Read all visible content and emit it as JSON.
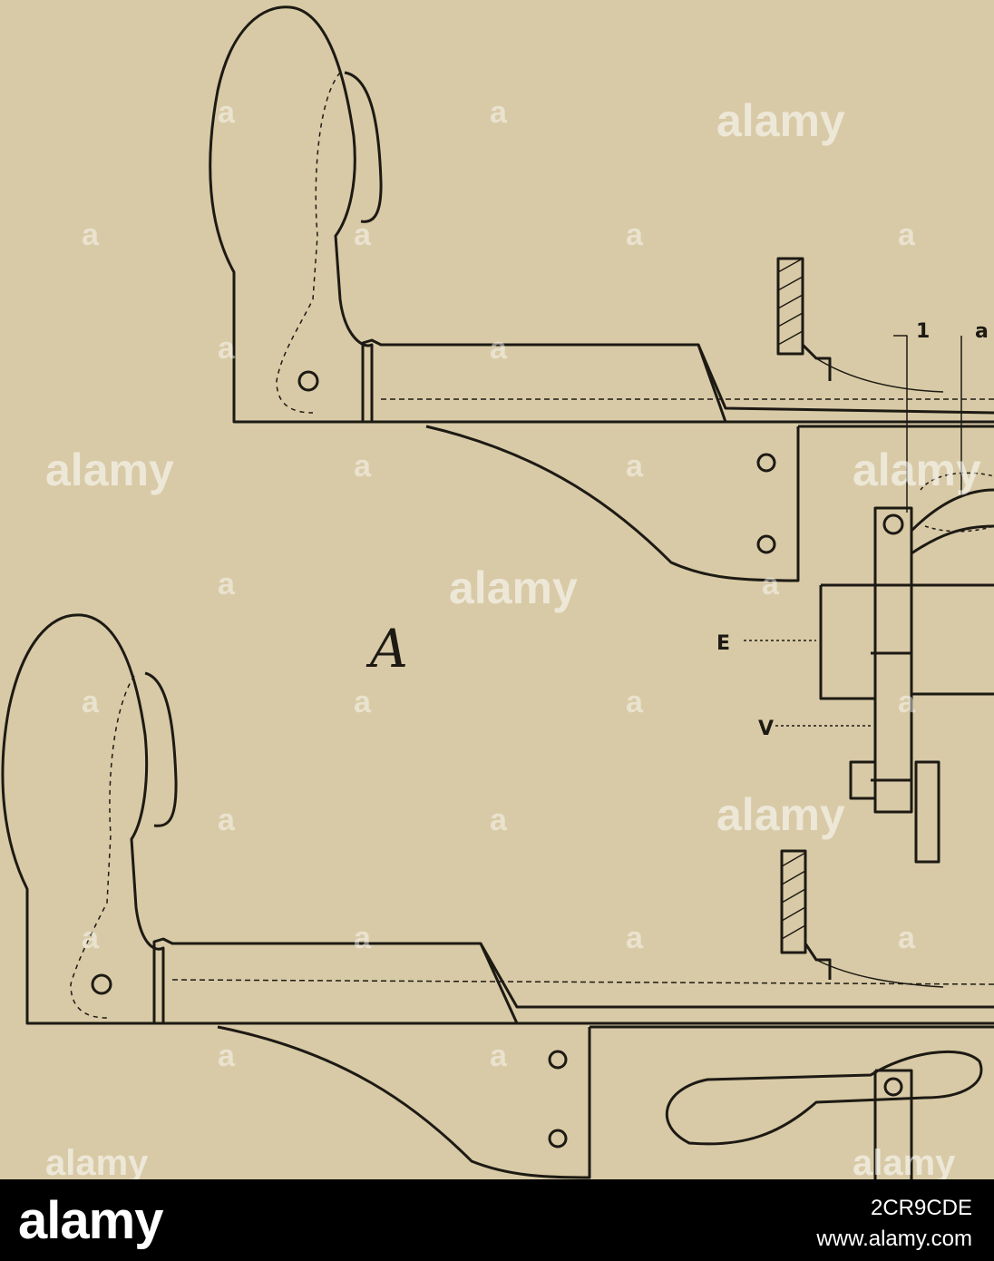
{
  "labels": {
    "figure": "A",
    "e": "E",
    "v": "V",
    "one": "1",
    "a_small": "a"
  },
  "watermark": {
    "text": "alamy",
    "letter": "a"
  },
  "footer": {
    "logo": "alamy",
    "image_id": "2CR9CDE",
    "site": "www.alamy.com"
  },
  "colors": {
    "paper": "#d8caa6",
    "ink": "#1d1a14",
    "footer_bg": "#000000"
  }
}
